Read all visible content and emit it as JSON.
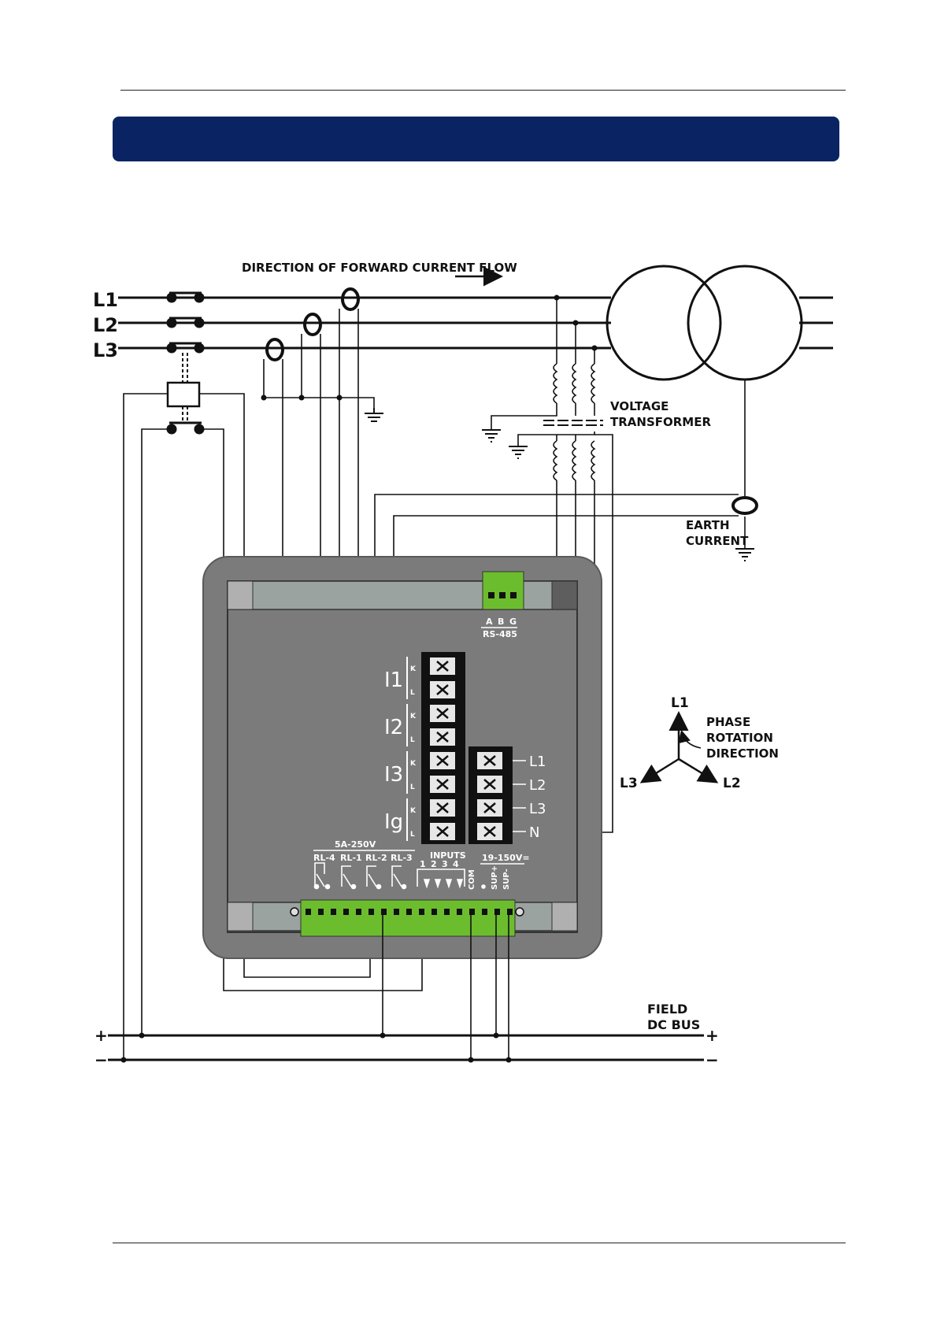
{
  "colors": {
    "title_bar": "#0a2463",
    "connector_green": "#6cbd2e",
    "device_body": "#7b7b7b",
    "device_frame": "#aaaaaa"
  },
  "diagram": {
    "flow_label": "DIRECTION OF FORWARD CURRENT FLOW",
    "phases": [
      "L1",
      "L2",
      "L3"
    ],
    "vt_label": [
      "VOLTAGE",
      "TRANSFORMER"
    ],
    "earth_label": [
      "EARTH",
      "CURRENT"
    ],
    "rs485": {
      "pins": [
        "A",
        "B",
        "G"
      ],
      "label": "RS-485"
    },
    "current_groups": [
      "I1",
      "I2",
      "I3",
      "Ig"
    ],
    "kl": [
      "K",
      "L"
    ],
    "voltage_terminals": [
      "L1",
      "L2",
      "L3",
      "N"
    ],
    "relay_rating": "5A-250V",
    "relays": [
      "RL-4",
      "RL-1",
      "RL-2",
      "RL-3"
    ],
    "inputs_label": "INPUTS",
    "input_numbers": [
      "1",
      "2",
      "3",
      "4"
    ],
    "com_label": "COM",
    "supply_range": "19-150V=",
    "supply_pins": [
      "SUP+",
      "SUP-"
    ],
    "rotation": {
      "top": "L1",
      "left": "L3",
      "right": "L2",
      "label": [
        "PHASE",
        "ROTATION",
        "DIRECTION"
      ]
    },
    "dc_bus": [
      "FIELD",
      "DC BUS"
    ],
    "plus": "+",
    "minus": "−"
  }
}
